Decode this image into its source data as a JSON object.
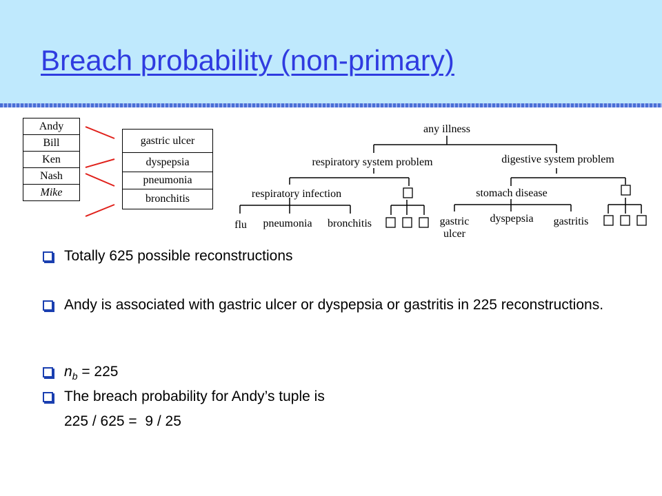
{
  "title": "Breach probability (non-primary)",
  "names": [
    "Andy",
    "Bill",
    "Ken",
    "Nash",
    "Mike"
  ],
  "diseases": [
    "gastric ulcer",
    "dyspepsia",
    "pneumonia",
    "bronchitis"
  ],
  "taxonomy": {
    "root": "any illness",
    "respiratory": "respiratory system problem",
    "digestive": "digestive system problem",
    "resp_infection": "respiratory infection",
    "stomach": "stomach disease",
    "flu": "flu",
    "pneumonia": "pneumonia",
    "bronchitis": "bronchitis",
    "gastric_ulcer_1": "gastric",
    "gastric_ulcer_2": "ulcer",
    "dyspepsia": "dyspepsia",
    "gastritis": "gastritis"
  },
  "bullets": {
    "b1": "Totally 625 possible reconstructions",
    "b2": "Andy is associated with gastric ulcer or dyspepsia or gastritis in 225 reconstructions.",
    "b3_var": "n",
    "b3_sub": "b",
    "b3_rest": " = 225",
    "b4": "The breach probability for Andy’s tuple is",
    "result": "225 / 625 =  9 / 25"
  },
  "colors": {
    "header_bg": "#bfe9fd",
    "title": "#2f3be0",
    "mapping_lines": "#e0201a",
    "bullet_box": "#1a3fb0"
  }
}
